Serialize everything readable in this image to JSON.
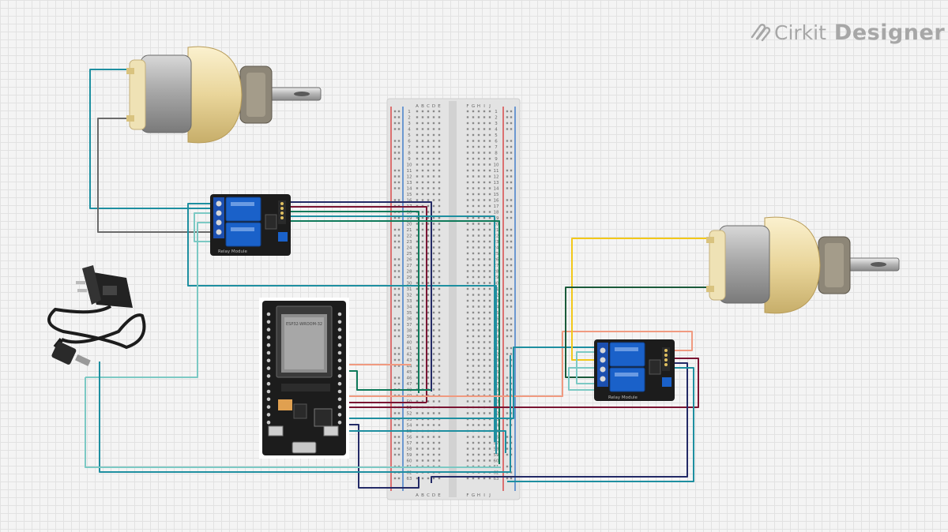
{
  "app": {
    "brand_name": "Cirkit",
    "brand_product": "Designer",
    "brand_icon": "cirkit-logo-icon"
  },
  "components": {
    "relay_module_1": {
      "label": "Relay Module"
    },
    "relay_module_2": {
      "label": "Relay Module"
    },
    "esp32": {
      "label": "ESP32-WROOM-32"
    },
    "motor_1": {
      "icon": "dc-motor-icon"
    },
    "motor_2": {
      "icon": "dc-motor-icon"
    },
    "power_adapter": {
      "icon": "power-adapter-icon"
    },
    "breadboard": {
      "columns_left": [
        "A",
        "B",
        "C",
        "D",
        "E"
      ],
      "columns_right": [
        "F",
        "G",
        "H",
        "I",
        "J"
      ],
      "row_count": 63
    }
  },
  "colors": {
    "wire_teal": "#1e8fa0",
    "wire_green": "#0f7a5b",
    "wire_dark_green": "#1a5a3a",
    "wire_navy": "#232a66",
    "wire_maroon": "#7a1432",
    "wire_salmon": "#f09a80",
    "wire_yellow": "#f2c81a",
    "wire_gray": "#6a6a6a",
    "wire_light_teal": "#7cc9c4",
    "relay_blue": "#1a61c9",
    "board_black": "#1c1c1c",
    "breadboard_gray": "#e3e3e3"
  }
}
